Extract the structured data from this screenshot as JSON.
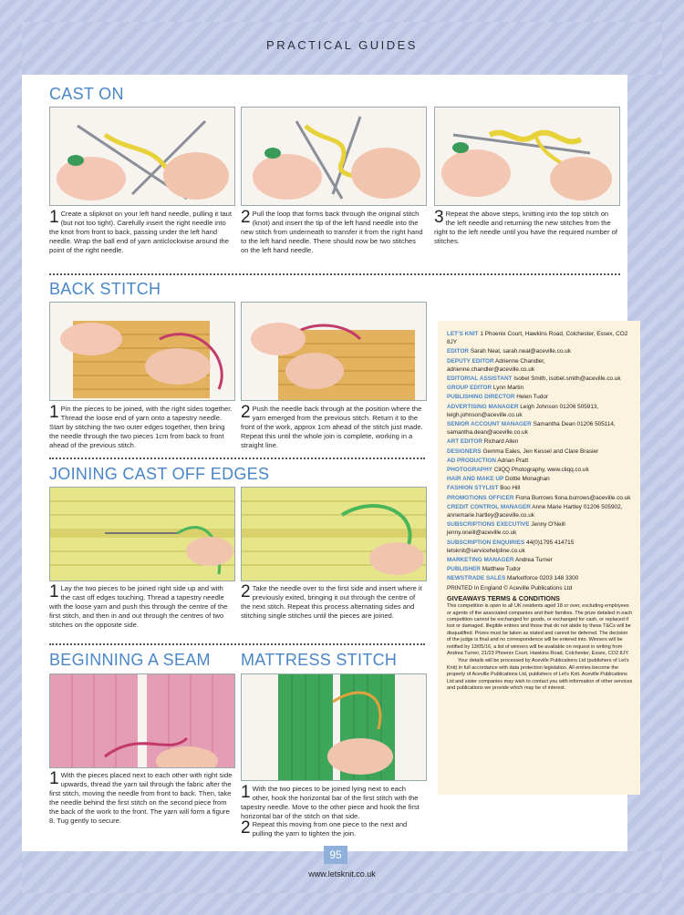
{
  "header": {
    "title": "PRACTICAL GUIDES"
  },
  "sections": {
    "cast_on": {
      "title": "CAST ON",
      "steps": [
        {
          "num": "1",
          "text": "Create a slipknot on your left hand needle, pulling it taut (but not too tight). Carefully insert the right needle into the knot from front to back, passing under the left hand needle. Wrap the ball end of yarn anticlockwise around the point of the right needle."
        },
        {
          "num": "2",
          "text": "Pull the loop that forms back through the original stitch (knot) and insert the tip of the left hand needle into the new stitch from underneath to transfer it from the right hand to the left hand needle. There should now be two stitches on the left hand needle."
        },
        {
          "num": "3",
          "text": "Repeat the above steps, knitting into the top stitch on the left needle and returning the new stitches from the right to the left needle until you have the required number of stitches."
        }
      ]
    },
    "back_stitch": {
      "title": "BACK STITCH",
      "steps": [
        {
          "num": "1",
          "text": "Pin the pieces to be joined, with the right sides together. Thread the loose end of yarn onto a tapestry needle. Start by stitching the two outer edges together, then bring the needle through the two pieces 1cm from back to front ahead of the previous stitch."
        },
        {
          "num": "2",
          "text": "Push the needle back through at the position where the yarn emerged from the previous stitch. Return it to the front of the work, approx 1cm ahead of the stitch just made. Repeat this until the whole join is complete, working in a straight line."
        }
      ]
    },
    "joining": {
      "title": "JOINING CAST OFF EDGES",
      "steps": [
        {
          "num": "1",
          "text": "Lay the two pieces to be joined right side up and with the cast off edges touching. Thread a tapestry needle with the loose yarn and push this through the centre of the first stitch, and then in and out through the centres of two stitches on the opposite side."
        },
        {
          "num": "2",
          "text": "Take the needle over to the first side and insert where it previously exited, bringing it out through the centre of the next stitch. Repeat this process alternating sides and stitching single stitches until the pieces are joined."
        }
      ]
    },
    "seam": {
      "title": "BEGINNING A SEAM",
      "steps": [
        {
          "num": "1",
          "text": "With the pieces placed next to each other with right side upwards, thread the yarn tail through the fabric after the first stitch, moving the needle from front to back. Then, take the needle behind the first stitch on the second piece from the back of the work to the front. The yarn will form a figure 8. Tug gently to secure."
        }
      ]
    },
    "mattress": {
      "title": "MATTRESS STITCH",
      "steps": [
        {
          "num": "1",
          "text": "With the two pieces to be joined lying next to each other, hook the horizontal bar of the first stitch with the tapestry needle. Move to the other piece and hook the first horizontal bar of the stitch on that side."
        },
        {
          "num": "2",
          "text": "Repeat this moving from one piece to the next and pulling the yarn to tighten the join."
        }
      ]
    }
  },
  "credits": {
    "rows": [
      {
        "label": "LET'S KNIT",
        "text": "1 Phoenix Court, Hawkins Road, Colchester, Essex, CO2 8JY"
      },
      {
        "label": "EDITOR",
        "text": "Sarah Neal, sarah.neal@aceville.co.uk"
      },
      {
        "label": "DEPUTY EDITOR",
        "text": "Adrienne Chandler, adrienne.chandler@aceville.co.uk"
      },
      {
        "label": "EDITORIAL ASSISTANT",
        "text": "Isobel Smith, isobel.smith@aceville.co.uk"
      },
      {
        "label": "GROUP EDITOR",
        "text": "Lynn Martin"
      },
      {
        "label": "PUBLISHING DIRECTOR",
        "text": "Helen Tudor"
      },
      {
        "label": "ADVERTISING MANAGER",
        "text": "Leigh Johnson 01206 505913, leigh.johnson@aceville.co.uk"
      },
      {
        "label": "SENIOR ACCOUNT MANAGER",
        "text": "Samantha Dean 01206 505114, samantha.dean@aceville.co.uk"
      },
      {
        "label": "ART EDITOR",
        "text": "Richard Allen"
      },
      {
        "label": "DESIGNERS",
        "text": "Gemma Eales, Jen Kessel and Clare Brasier"
      },
      {
        "label": "AD PRODUCTION",
        "text": "Adrian Pratt"
      },
      {
        "label": "PHOTOGRAPHY",
        "text": "CliQQ Photography, www.cliqq.co.uk"
      },
      {
        "label": "HAIR AND MAKE UP",
        "text": "Dottie Monaghan"
      },
      {
        "label": "FASHION STYLIST",
        "text": "Boo Hill"
      },
      {
        "label": "PROMOTIONS OFFICER",
        "text": "Fiona Burrows fiona.burrows@aceville.co.uk"
      },
      {
        "label": "CREDIT CONTROL MANAGER",
        "text": "Anne Marie Hartley 01206 505902, annemarie.hartley@aceville.co.uk"
      },
      {
        "label": "SUBSCRIPTIONS EXECUTIVE",
        "text": "Jenny O'Neill jenny.oneill@aceville.co.uk"
      },
      {
        "label": "SUBSCRIPTION ENQUIRIES",
        "text": "44(0)1795 414715 letsknit@servicehelpline.co.uk"
      },
      {
        "label": "MARKETING MANAGER",
        "text": "Andrea Turner"
      },
      {
        "label": "PUBLISHER",
        "text": "Matthew Tudor"
      },
      {
        "label": "NEWSTRADE SALES",
        "text": "Marketforce 0203 148 3300"
      },
      {
        "label": "",
        "text": "PRINTED In England © Aceville Publications Ltd"
      }
    ],
    "giveaway_title": "GIVEAWAYS TERMS & CONDITIONS",
    "giveaway_text": "This competition is open to all UK residents aged 18 or over, excluding employees or agents of the associated companies and their families. The prize detailed in each competition cannot be exchanged for goods, or exchanged for cash, or replaced if lost or damaged. Illegible entries and those that do not abide by these T&Cs will be disqualified. Prizes must be taken as stated and cannot be deferred. The decision of the judge is final and no correspondence will be entered into. Winners will be notified by 13/05/16, a list of winners will be available on request in writing from Andrea Turner, 21/23 Phoenix Court, Hawkins Road, Colchester, Essex, CO2 8JY.",
    "giveaway_text2": "Your details will be processed by Aceville Publications Ltd (publishers of Let's Knit) in full accordance with data protection legislation. All entries become the property of Aceville Publications Ltd, publishers of Let's Knit. Aceville Publications Ltd and sister companies may wish to contact you with information of other services and publications we provide which may be of interest."
  },
  "footer": {
    "page": "95",
    "url": "www.letsknit.co.uk"
  }
}
